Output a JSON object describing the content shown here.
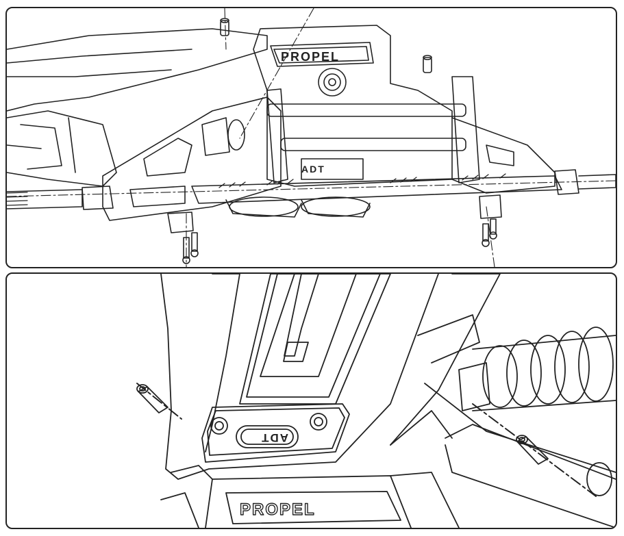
{
  "logos": {
    "propel_top": "PROPEL",
    "adt_top": "ADT",
    "adt_bottom": "ADT",
    "propel_bottom": "PROPEL"
  },
  "colors": {
    "line": "#222222",
    "background": "#ffffff"
  }
}
